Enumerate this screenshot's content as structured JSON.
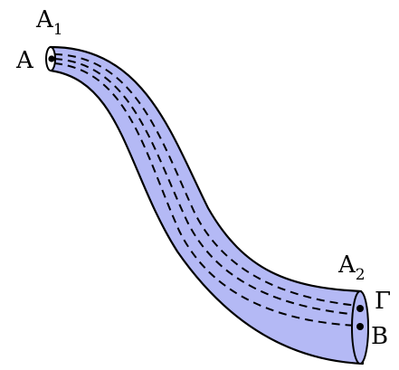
{
  "colors": {
    "tube_fill": "#b4b9f5",
    "outline": "#000000",
    "background": "#ffffff"
  },
  "labels": {
    "a1": {
      "main": "A",
      "sub": "1"
    },
    "a": "A",
    "a2": {
      "main": "A",
      "sub": "2"
    },
    "gamma": "Γ",
    "b": "B"
  },
  "streamlines": {
    "count": 3,
    "style": "dashed"
  }
}
